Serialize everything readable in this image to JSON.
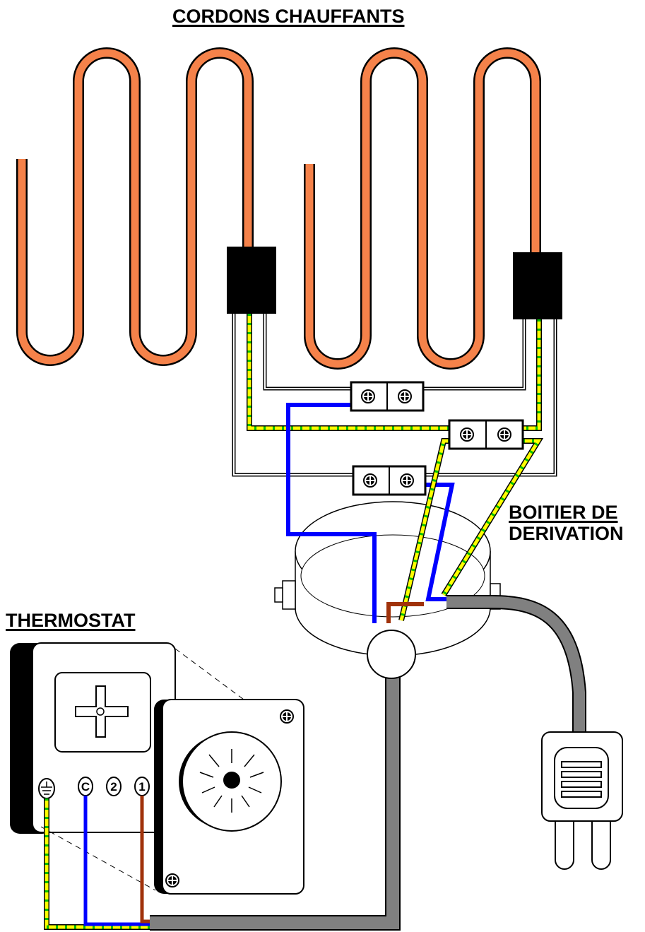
{
  "labels": {
    "title": "CORDONS CHAUFFANTS",
    "junction_box_line1": "BOITIER DE",
    "junction_box_line2": "DERIVATION",
    "thermostat": "THERMOSTAT"
  },
  "thermostat_terminals": [
    "C",
    "2",
    "1"
  ],
  "icons": {
    "ground_terminal": "ground-symbol-icon",
    "screw": "phillips-screw-icon",
    "knob": "thermostat-dial-icon",
    "plug": "power-plug-icon"
  },
  "colors": {
    "heating_cord": "#f5824a",
    "neutral_wire": "#0000ff",
    "live_wire": "#a0320a",
    "earth_wire_yellow": "#ffff00",
    "earth_wire_green": "#00c000",
    "power_cable": "#808080",
    "cord_sleeve": "#000000"
  }
}
